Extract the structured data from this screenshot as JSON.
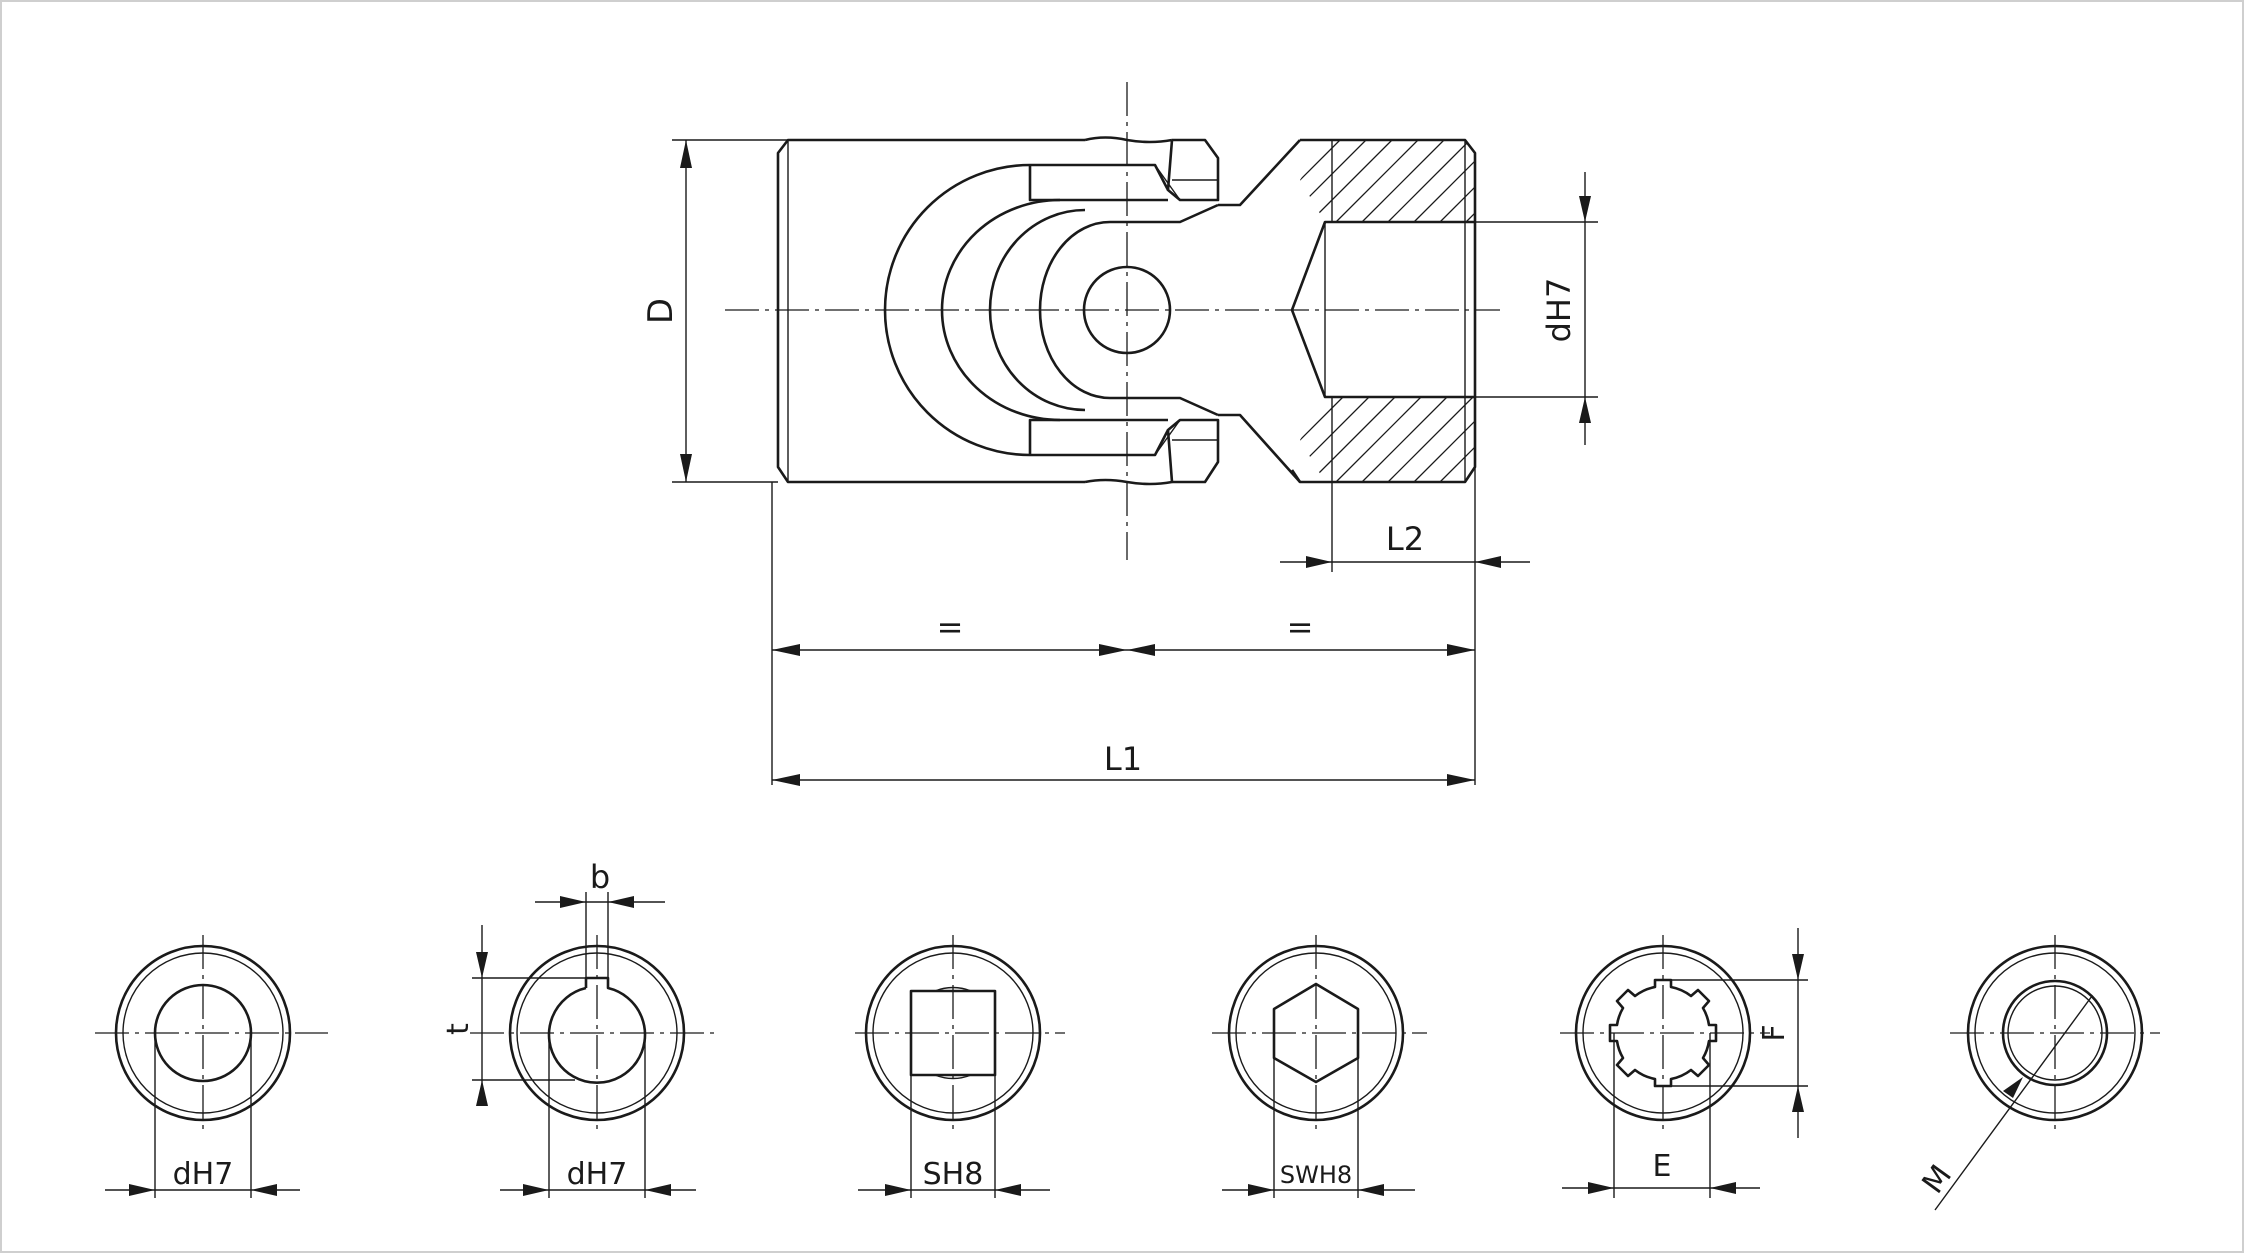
{
  "main_view": {
    "labels": {
      "diameter": "D",
      "bore_diameter": "dH7",
      "bore_depth": "L2",
      "half_length_left": "=",
      "half_length_right": "=",
      "total_length": "L1"
    }
  },
  "section_views": [
    {
      "id": "round-bore",
      "label": "dH7"
    },
    {
      "id": "keyway-bore",
      "label": "dH7",
      "keyway_width": "b",
      "keyway_depth": "t"
    },
    {
      "id": "square-bore",
      "label": "SH8"
    },
    {
      "id": "hex-bore",
      "label": "SWH8"
    },
    {
      "id": "spline-bore",
      "label": "E",
      "spline_depth": "F"
    },
    {
      "id": "threaded-bore",
      "label": "M"
    }
  ],
  "colors": {
    "line": "#1a1a1a",
    "background": "#ffffff",
    "border": "#cfcfcf"
  }
}
